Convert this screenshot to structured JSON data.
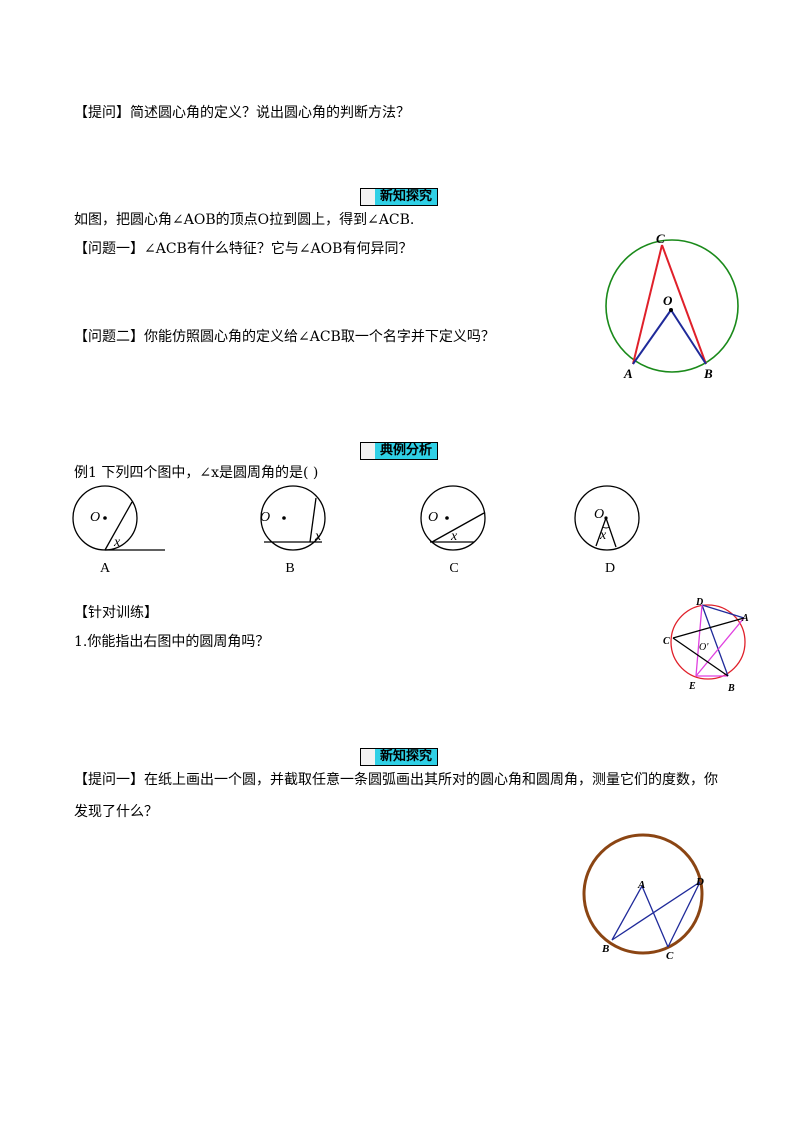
{
  "q_intro": "【提问】简述圆心角的定义？说出圆心角的判断方法？",
  "section1_title": "新知探究",
  "intro_line": "如图，把圆心角∠AOB的顶点O拉到圆上，得到∠ACB.",
  "question1": "【问题一】∠ACB有什么特征？它与∠AOB有何异同？",
  "question2": "【问题二】你能仿照圆心角的定义给∠ACB取一个名字并下定义吗？",
  "fig1": {
    "labels": [
      "C",
      "O",
      "A",
      "B"
    ],
    "circle_color": "#1a8a1a",
    "chord_color": "#e0202a",
    "radius_color": "#1f2a9a"
  },
  "section2_title": "典例分析",
  "example1": "例1  下列四个图中，∠x是圆周角的是(          )",
  "options": [
    {
      "letter": "A",
      "center_label": "O",
      "angle_label": "x"
    },
    {
      "letter": "B",
      "center_label": "O",
      "angle_label": "x"
    },
    {
      "letter": "C",
      "center_label": "O",
      "angle_label": "x"
    },
    {
      "letter": "D",
      "center_label": "O",
      "angle_label": "x"
    }
  ],
  "practice_title": "【针对训练】",
  "practice1": "1.你能指出右图中的圆周角吗？",
  "fig3": {
    "labels": [
      "D",
      "A",
      "C",
      "O'",
      "E",
      "B"
    ],
    "circle_color": "#e0202a"
  },
  "section3_title": "新知探究",
  "q_explore_line1": "【提问一】在纸上画出一个圆，并截取任意一条圆弧画出其所对的圆心角和圆周角，测量它们的度数，你",
  "q_explore_line2": "发现了什么？",
  "fig4": {
    "labels": [
      "A",
      "D",
      "B",
      "C"
    ],
    "circle_color": "#8b4513",
    "line_color": "#1f2a9a"
  }
}
